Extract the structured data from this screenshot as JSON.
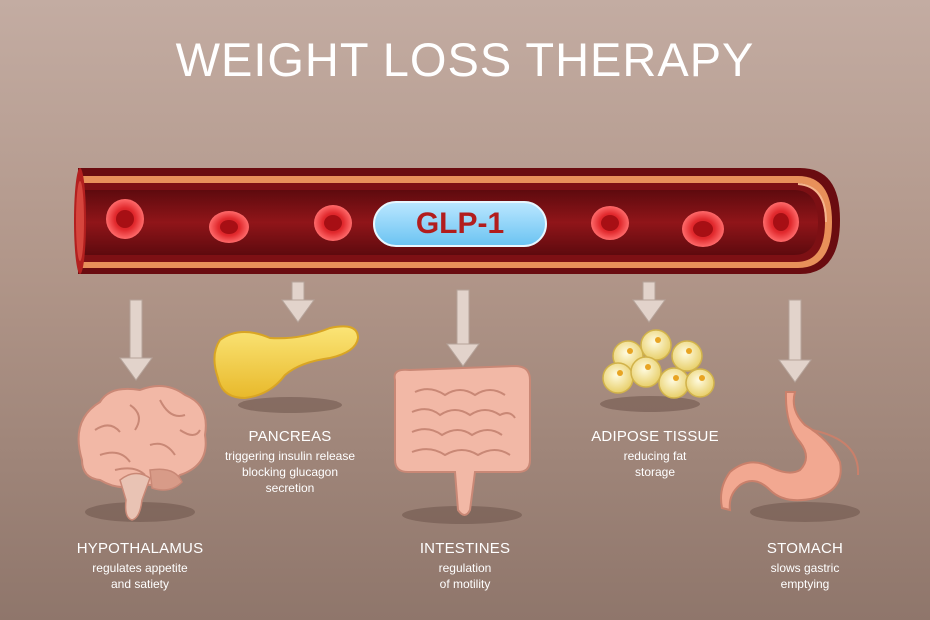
{
  "title": "WEIGHT LOSS THERAPY",
  "vessel": {
    "molecule": "GLP-1"
  },
  "organs": [
    {
      "id": "hypothalamus",
      "name": "HYPOTHALAMUS",
      "description": "regulates appetite\nand satiety"
    },
    {
      "id": "pancreas",
      "name": "PANCREAS",
      "description": "triggering insulin release\nblocking glucagon\nsecretion"
    },
    {
      "id": "intestines",
      "name": "INTESTINES",
      "description": "regulation\nof motility"
    },
    {
      "id": "adipose",
      "name": "ADIPOSE TISSUE",
      "description": "reducing fat\nstorage"
    },
    {
      "id": "stomach",
      "name": "STOMACH",
      "description": "slows gastric\nemptying"
    }
  ],
  "colors": {
    "vessel_outer": "#7a0f14",
    "vessel_inner": "#8e1419",
    "vessel_stripe": "#e08a56",
    "blood_cell": "#e0262a",
    "arrow": "#d8c7bf",
    "organ_flesh": "#f2b9a2",
    "pancreas": "#f4d64e",
    "adipose": "#f6e7a0"
  }
}
